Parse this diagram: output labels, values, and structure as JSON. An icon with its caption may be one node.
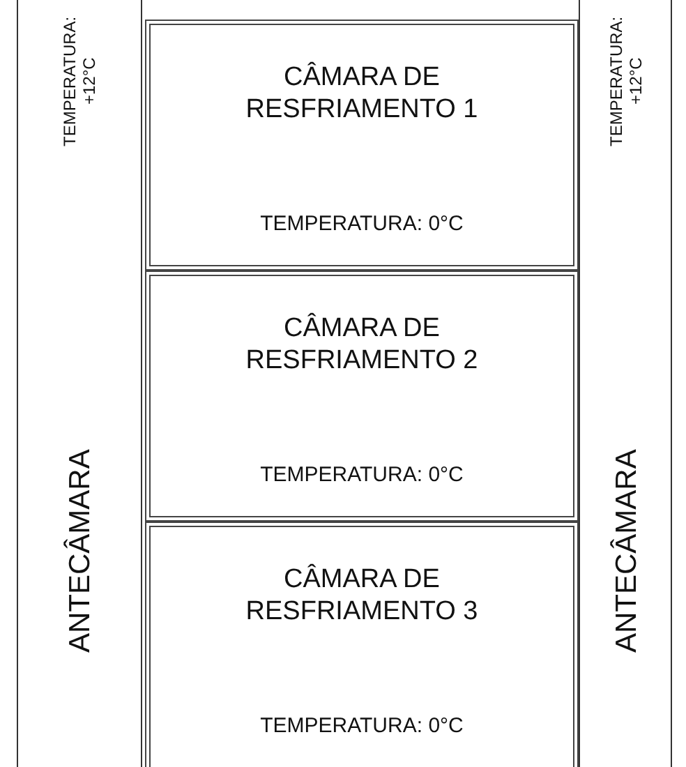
{
  "diagram": {
    "nodes": [
      {
        "text": [
          "TEMPERATURA: +12°C",
          "ANTECÂMARA"
        ]
      },
      {
        "text": [
          "CÂMARA DE RESFRIAMENTO 1",
          "TEMPERATURA: 0°C"
        ]
      },
      {
        "text": [
          "CÂMARA DE RESFRIAMENTO 2",
          "TEMPERATURA: 0°C"
        ]
      },
      {
        "text": [
          "CÂMARA DE RESFRIAMENTO 3",
          "TEMPERATURA: 0°C"
        ]
      },
      {
        "text": [
          "TEMPERATURA: +12°C",
          "ANTECÂMARA"
        ]
      }
    ]
  }
}
